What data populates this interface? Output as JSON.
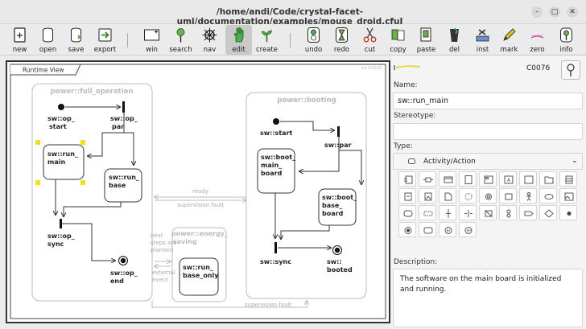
{
  "window": {
    "title": "/home/andi/Code/crystal-facet-uml/documentation/examples/mouse_droid.cfuJ"
  },
  "toolbar": {
    "buttons": [
      {
        "id": "new",
        "label": "new",
        "icon": "new-file-icon"
      },
      {
        "id": "open",
        "label": "open",
        "icon": "database-icon"
      },
      {
        "id": "save",
        "label": "save",
        "icon": "save-icon"
      },
      {
        "id": "export",
        "label": "export",
        "icon": "export-icon"
      },
      {
        "id": "win",
        "label": "win",
        "icon": "new-window-icon"
      },
      {
        "id": "search",
        "label": "search",
        "icon": "search-icon"
      },
      {
        "id": "nav",
        "label": "nav",
        "icon": "helm-icon"
      },
      {
        "id": "edit",
        "label": "edit",
        "icon": "hand-icon"
      },
      {
        "id": "create",
        "label": "create",
        "icon": "sprout-icon"
      },
      {
        "id": "undo",
        "label": "undo",
        "icon": "undo-icon"
      },
      {
        "id": "redo",
        "label": "redo",
        "icon": "hourglass-icon"
      },
      {
        "id": "cut",
        "label": "cut",
        "icon": "scissors-icon"
      },
      {
        "id": "copy",
        "label": "copy",
        "icon": "copy-icon"
      },
      {
        "id": "paste",
        "label": "paste",
        "icon": "paste-icon"
      },
      {
        "id": "del",
        "label": "del",
        "icon": "delete-icon"
      },
      {
        "id": "inst",
        "label": "inst",
        "icon": "instantiate-icon"
      },
      {
        "id": "mark",
        "label": "mark",
        "icon": "pencil-icon"
      },
      {
        "id": "zero",
        "label": "zero",
        "icon": "reset-icon"
      },
      {
        "id": "info",
        "label": "info",
        "icon": "info-icon"
      }
    ]
  },
  "diagram": {
    "tab": "Runtime View",
    "corner_id": "sw-D0028",
    "containers": {
      "full_operation": "power::full_operation",
      "booting": "power::booting",
      "energy_line1": "power::energy_",
      "energy_line2": "saving"
    },
    "states": {
      "op_start": [
        "sw::op_",
        "start"
      ],
      "op_par": [
        "sw::op_",
        "par"
      ],
      "run_main": [
        "sw::run_",
        "main"
      ],
      "run_base": [
        "sw::run_",
        "base"
      ],
      "op_sync": [
        "sw::op_",
        "sync"
      ],
      "op_end": [
        "sw::op_",
        "end"
      ],
      "run_base_only": [
        "sw::run_",
        "base_only"
      ],
      "start": [
        "sw::start"
      ],
      "par": [
        "sw::par"
      ],
      "boot_main_board": [
        "sw::boot_",
        "main_",
        "board"
      ],
      "boot_base_board": [
        "sw::boot_",
        "base_",
        "board"
      ],
      "sync": [
        "sw::sync"
      ],
      "booted": [
        "sw::",
        "booted"
      ]
    },
    "labels": {
      "ready": "ready",
      "supervision_fault_1": "supervision fault",
      "next_steps": [
        "next",
        "steps are",
        "planned"
      ],
      "external_event": [
        "external",
        "event"
      ],
      "supervision_fault_2": "supervision fault"
    }
  },
  "panel": {
    "id": "C0076",
    "name_label": "Name:",
    "name_value": "sw::run_main",
    "stereotype_label": "Stereotype:",
    "stereotype_value": "",
    "type_label": "Type:",
    "type_value": "Activity/Action",
    "description_label": "Description:",
    "description_value": "The software on the main board is initialized and running."
  },
  "colors": {
    "accent": "#5a9e3a",
    "selection": "#f0e020",
    "marker": "#e8d84a",
    "container_border": "#bbbbbb"
  }
}
